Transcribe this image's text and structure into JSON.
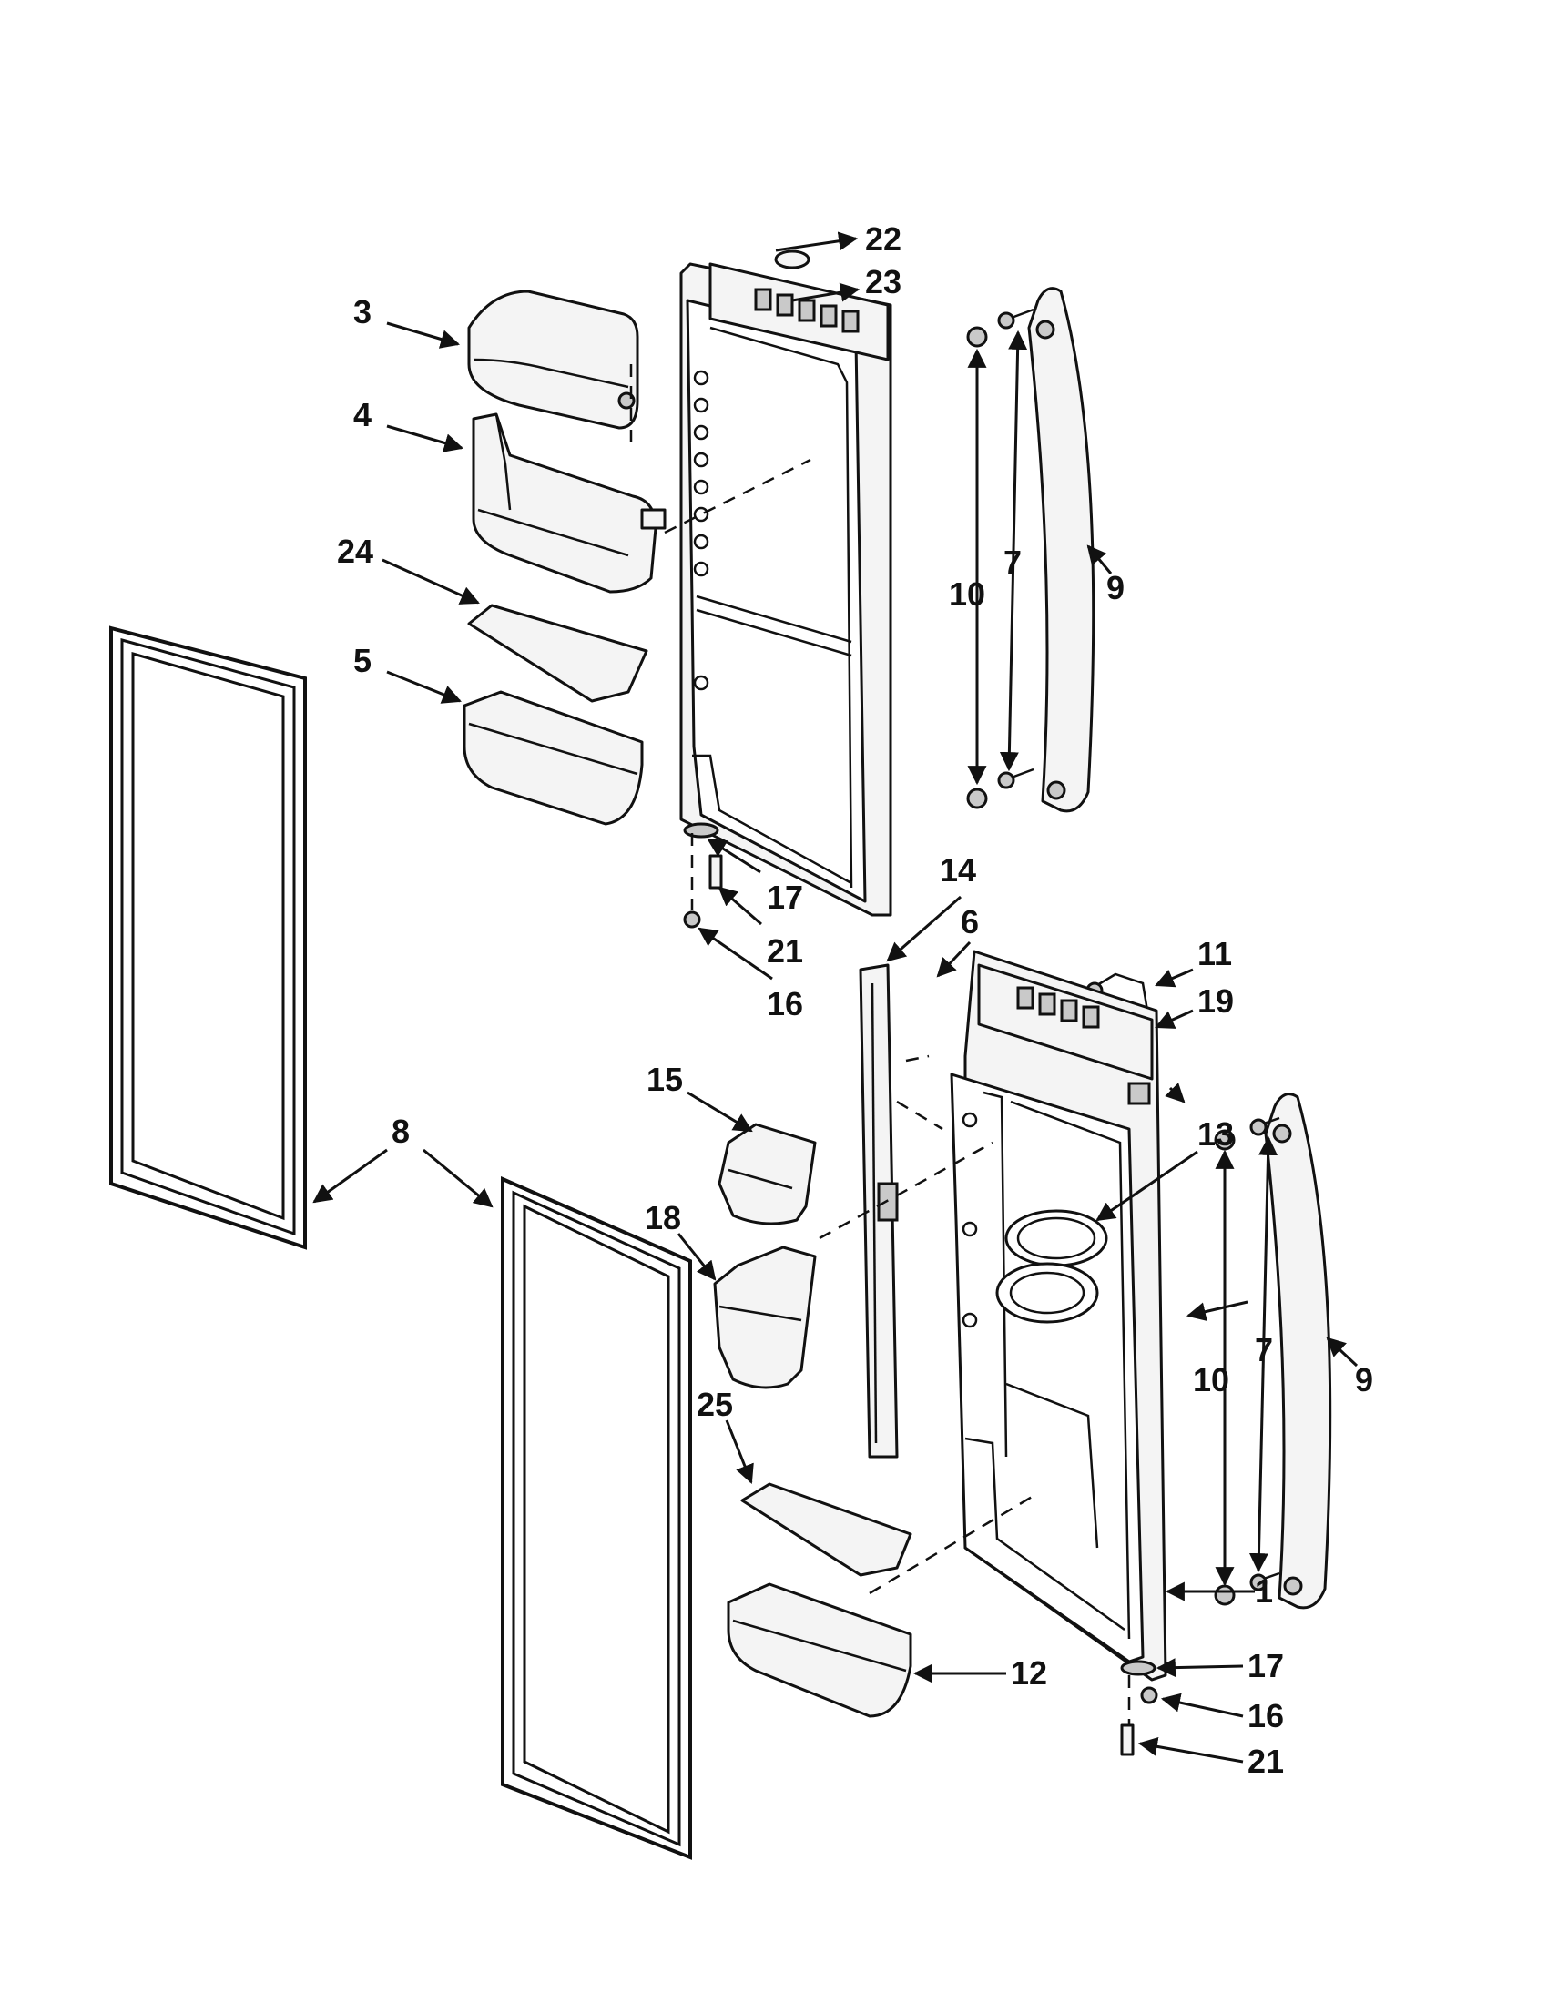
{
  "callouts": {
    "c1": "1",
    "c3": "3",
    "c4": "4",
    "c5": "5",
    "c6": "6",
    "c7a": "7",
    "c7b": "7",
    "c8": "8",
    "c9a": "9",
    "c9b": "9",
    "c10a": "10",
    "c10b": "10",
    "c11": "11",
    "c12": "12",
    "c13": "13",
    "c14": "14",
    "c15": "15",
    "c16a": "16",
    "c16b": "16",
    "c17a": "17",
    "c17b": "17",
    "c18": "18",
    "c19": "19",
    "c21a": "21",
    "c21b": "21",
    "c22": "22",
    "c23": "23",
    "c24": "24",
    "c25": "25"
  }
}
